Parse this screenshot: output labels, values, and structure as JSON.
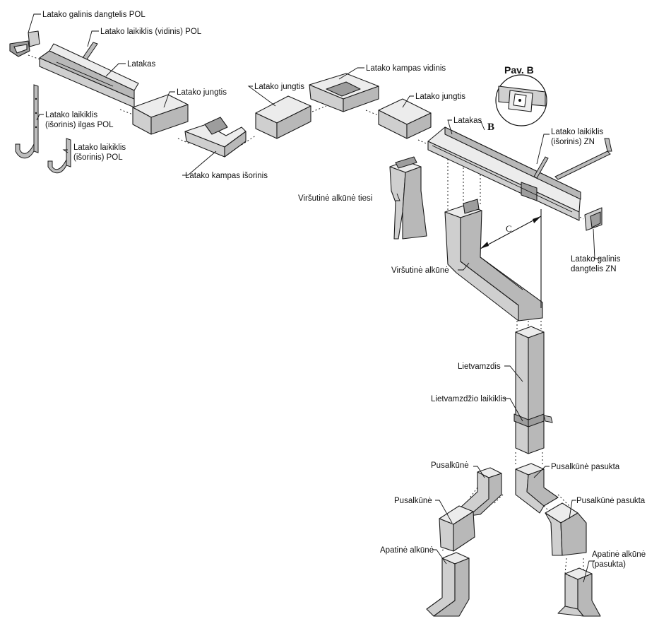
{
  "labels": {
    "end_cap_pol": "Latako galinis dangtelis POL",
    "bracket_inner_pol": "Latako laikiklis (vidinis) POL",
    "gutter_1": "Latakas",
    "bracket_outer_long_1": "Latako laikiklis",
    "bracket_outer_long_2": "(išorinis) ilgas POL",
    "bracket_outer_1": "Latako laikiklis",
    "bracket_outer_2": "(išorinis) POL",
    "joint_1": "Latako jungtis",
    "corner_outer": "Latako kampas išorinis",
    "joint_2": "Latako jungtis",
    "corner_inner": "Latako kampas vidinis",
    "joint_3": "Latako jungtis",
    "fig_b": "Pav.  B",
    "gutter_2": "Latakas",
    "marker_b": "B",
    "bracket_zn_1": "Latako laikiklis",
    "bracket_zn_2": "(išorinis) ZN",
    "upper_elbow_straight": "Viršutinė alkūnė tiesi",
    "marker_c": "C",
    "upper_elbow": "Viršutinė alkūnė",
    "end_cap_zn_1": "Latako galinis",
    "end_cap_zn_2": "dangtelis ZN",
    "downpipe": "Lietvamzdis",
    "downpipe_bracket": "Lietvamzdžio laikiklis",
    "half_elbow_1": "Pusalkūnė",
    "half_elbow_2": "Pusalkūnė",
    "half_elbow_turned_1": "Pusalkūnė pasukta",
    "half_elbow_turned_2": "Pusalkūnė pasukta",
    "lower_elbow": "Apatinė alkūnė",
    "lower_elbow_turned_1": "Apatinė alkūnė",
    "lower_elbow_turned_2": "(pasukta)"
  }
}
